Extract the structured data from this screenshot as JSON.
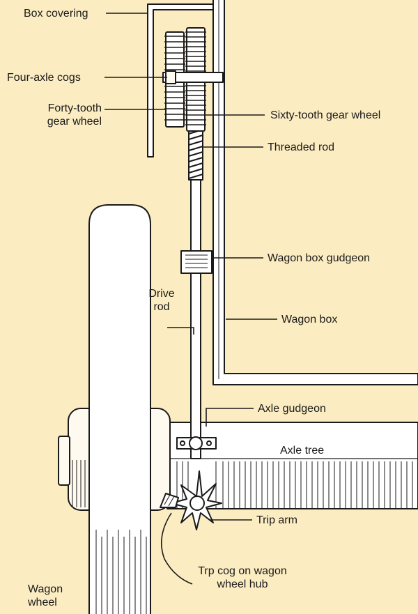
{
  "colors": {
    "background": "#fbecc2",
    "part_fill": "#fffaf0",
    "ink": "#1a1a1a"
  },
  "labels": {
    "box_covering": "Box covering",
    "four_axle_cogs": "Four-axle cogs",
    "forty_tooth_line1": "Forty-tooth",
    "forty_tooth_line2": "gear wheel",
    "sixty_tooth": "Sixty-tooth gear wheel",
    "threaded_rod": "Threaded rod",
    "wagon_box_gudgeon": "Wagon box gudgeon",
    "drive_rod_line1": "Drive",
    "drive_rod_line2": "rod",
    "wagon_box": "Wagon box",
    "axle_gudgeon": "Axle gudgeon",
    "axle_tree": "Axle tree",
    "trip_arm": "Trip arm",
    "trip_cog_line1": "Trp cog on wagon",
    "trip_cog_line2": "wheel hub",
    "wagon_wheel_line1": "Wagon",
    "wagon_wheel_line2": "wheel"
  }
}
